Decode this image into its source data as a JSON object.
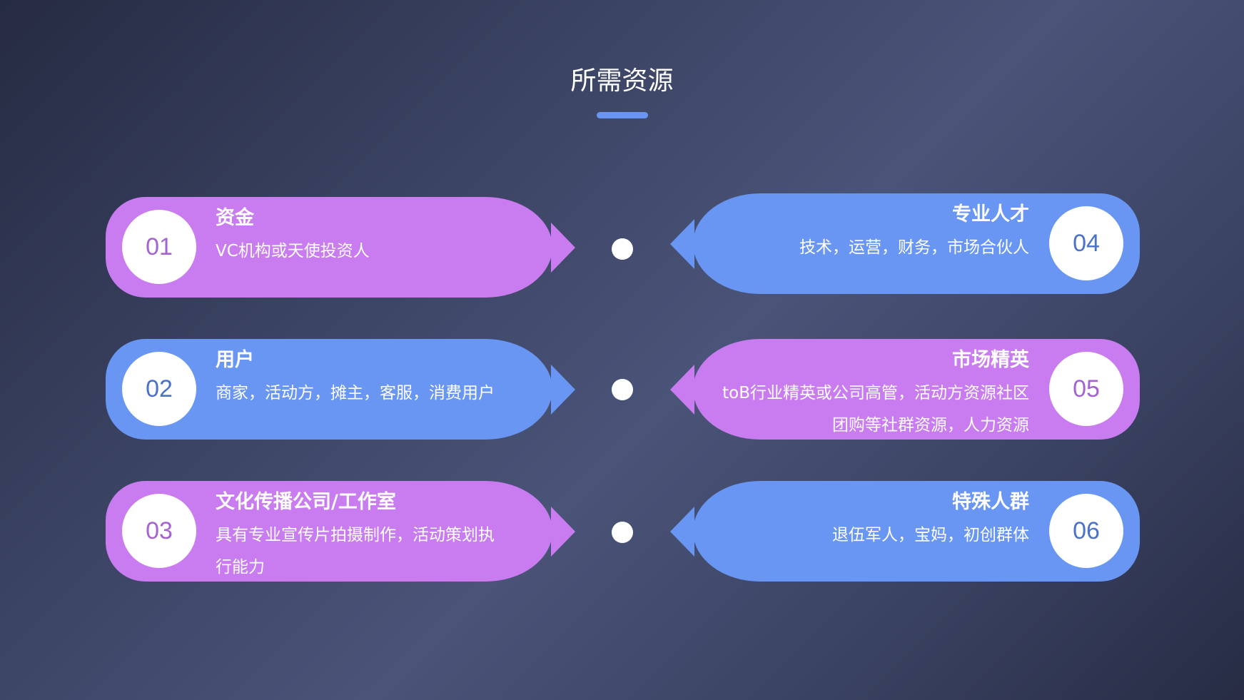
{
  "title": "所需资源",
  "colors": {
    "purple": "#c97bf0",
    "blue": "#6896f2"
  },
  "items": [
    {
      "num": "01",
      "title": "资金",
      "desc": "VC机构或天使投资人"
    },
    {
      "num": "02",
      "title": "用户",
      "desc": "商家，活动方，摊主，客服，消费用户"
    },
    {
      "num": "03",
      "title": "文化传播公司/工作室",
      "desc": "具有专业宣传片拍摄制作，活动策划执行能力"
    },
    {
      "num": "04",
      "title": "专业人才",
      "desc": "技术，运营，财务，市场合伙人"
    },
    {
      "num": "05",
      "title": "市场精英",
      "desc": "toB行业精英或公司高管，活动方资源社区团购等社群资源，人力资源"
    },
    {
      "num": "06",
      "title": "特殊人群",
      "desc": "退伍军人，宝妈，初创群体"
    }
  ]
}
